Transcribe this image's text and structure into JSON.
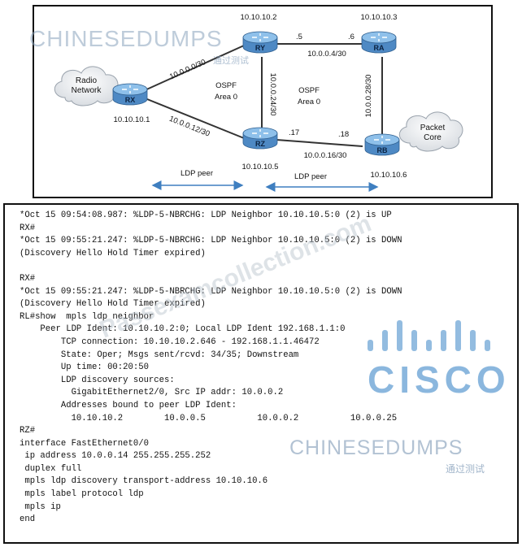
{
  "diagram": {
    "routers": [
      {
        "id": "RX",
        "loopback": "10.10.10.1"
      },
      {
        "id": "RY",
        "loopback": "10.10.10.2"
      },
      {
        "id": "RA",
        "loopback": "10.10.10.3"
      },
      {
        "id": "RZ",
        "loopback": "10.10.10.5"
      },
      {
        "id": "RB",
        "loopback": "10.10.10.6"
      }
    ],
    "clouds": [
      {
        "id": "radio",
        "label_line1": "Radio",
        "label_line2": "Network"
      },
      {
        "id": "packet",
        "label_line1": "Packet",
        "label_line2": "Core"
      }
    ],
    "links": {
      "rx_ry": "10.0.0.0/30",
      "rx_rz": "10.0.0.12/30",
      "ry_ra": "10.0.0.4/30",
      "ry_rz": "10.0.0.24/30",
      "ra_rb": "10.0.0.28/30",
      "rz_rb": "10.0.0.16/30"
    },
    "interfaces": {
      "ry_ra_ry": ".5",
      "ry_ra_ra": ".6",
      "rz_rb_rz": ".17",
      "rz_rb_rb": ".18"
    },
    "areas": [
      {
        "id": "left",
        "line1": "OSPF",
        "line2": "Area 0"
      },
      {
        "id": "right",
        "line1": "OSPF",
        "line2": "Area 0"
      }
    ],
    "ldp_peers": [
      "LDP peer",
      "LDP peer"
    ],
    "colors": {
      "router_body": "#4e89c4",
      "router_top": "#8ec0ea",
      "link": "#333333",
      "arrow": "#3f7fc0"
    }
  },
  "console_lines": [
    "*Oct 15 09:54:08.987: %LDP-5-NBRCHG: LDP Neighbor 10.10.10.5:0 (2) is UP",
    "RX#",
    "*Oct 15 09:55:21.247: %LDP-5-NBRCHG: LDP Neighbor 10.10.10.5:0 (2) is DOWN",
    "(Discovery Hello Hold Timer expired)",
    "",
    "RX#",
    "*Oct 15 09:55:21.247: %LDP-5-NBRCHG: LDP Neighbor 10.10.10.5:0 (2) is DOWN",
    "(Discovery Hello Hold Timer expired)",
    "RL#show  mpls ldp neighbor",
    "    Peer LDP Ident: 10.10.10.2:0; Local LDP Ident 192.168.1.1:0",
    "        TCP connection: 10.10.10.2.646 - 192.168.1.1.46472",
    "        State: Oper; Msgs sent/rcvd: 34/35; Downstream",
    "        Up time: 00:20:50",
    "        LDP discovery sources:",
    "          GigabitEthernet2/0, Src IP addr: 10.0.0.2",
    "        Addresses bound to peer LDP Ident:",
    "          10.10.10.2        10.0.0.5          10.0.0.2          10.0.0.25",
    "RZ#",
    "interface FastEthernet0/0",
    " ip address 10.0.0.14 255.255.255.252",
    " duplex full",
    " mpls ldp discovery transport-address 10.10.10.6",
    " mpls label protocol ldp",
    " mpls ip",
    "end"
  ],
  "watermarks": {
    "brand_top": "CHINESEDUMPS",
    "brand_top_sub": "通过测试",
    "site": "Passexamcollection.com",
    "cisco": "CISCO",
    "brand_bottom": "CHINESEDUMPS",
    "brand_bottom_sub": "通过测试"
  }
}
